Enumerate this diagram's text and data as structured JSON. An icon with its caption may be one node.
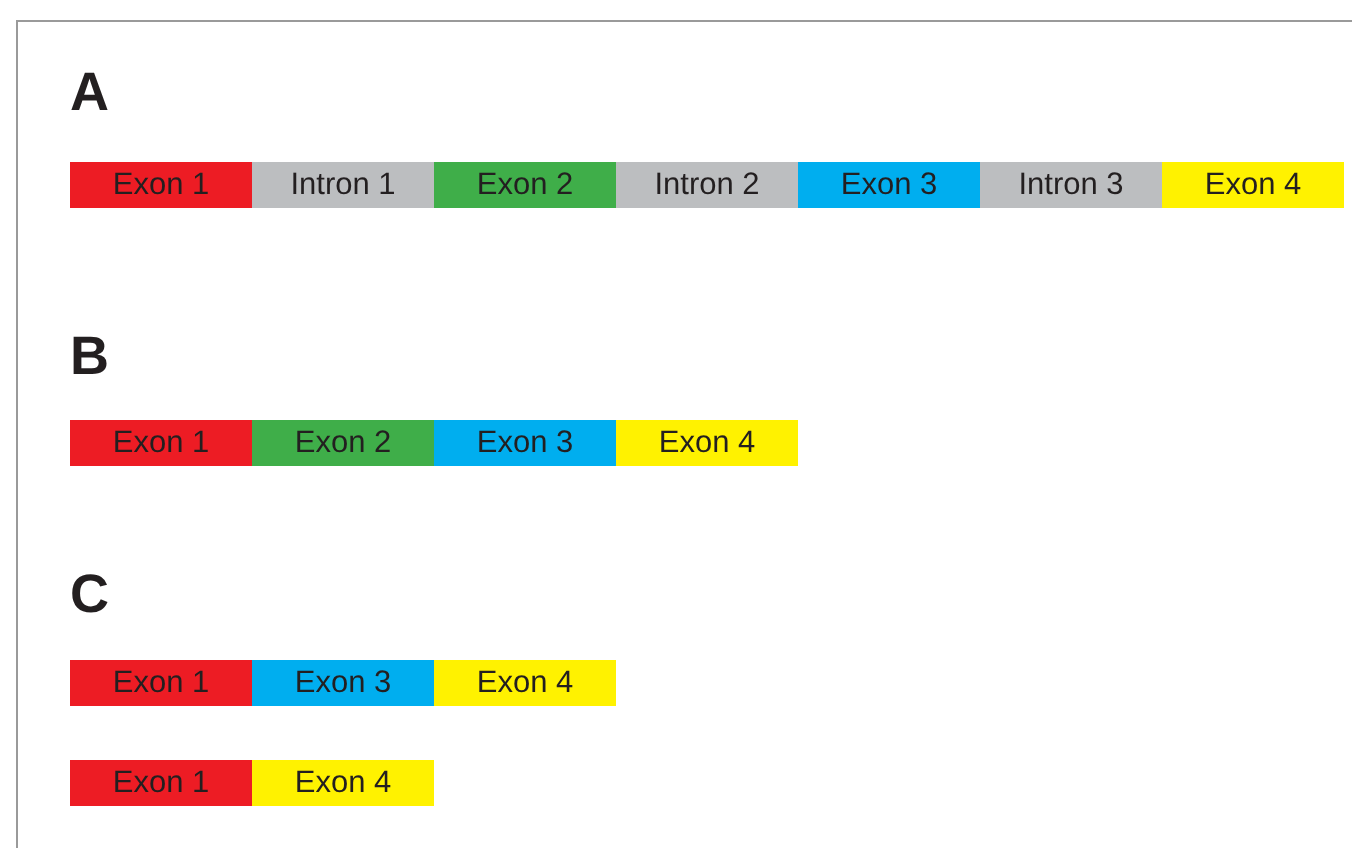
{
  "diagram": {
    "nodes": [
      {
        "text": [
          "Exon 1"
        ]
      },
      {
        "text": [
          "Intron 1"
        ]
      },
      {
        "text": [
          "Exon 2"
        ]
      },
      {
        "text": [
          "Intron 2"
        ]
      },
      {
        "text": [
          "Exon 3"
        ]
      },
      {
        "text": [
          "Intron 3"
        ]
      },
      {
        "text": [
          "Exon 4"
        ]
      },
      {
        "text": [
          "Exon 1"
        ]
      },
      {
        "text": [
          "Exon 2"
        ]
      },
      {
        "text": [
          "Exon 3"
        ]
      },
      {
        "text": [
          "Exon 4"
        ]
      },
      {
        "text": [
          "Exon 1"
        ]
      },
      {
        "text": [
          "Exon 3"
        ]
      },
      {
        "text": [
          "Exon 4"
        ]
      },
      {
        "text": [
          "Exon 1"
        ]
      },
      {
        "text": [
          "Exon 4"
        ]
      }
    ],
    "labels": [
      "A",
      "B",
      "C"
    ]
  }
}
